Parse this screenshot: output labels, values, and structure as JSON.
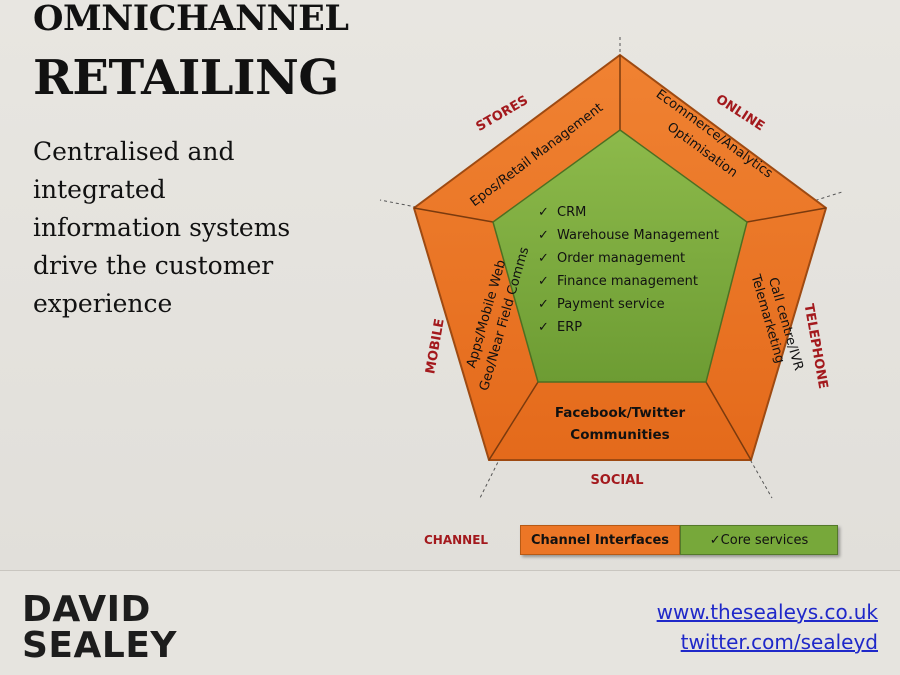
{
  "title": {
    "line1": "OMNICHANNEL",
    "line2": "RETAILING"
  },
  "subtitle_lines": [
    "Centralised and",
    "integrated",
    "information systems",
    "drive the customer",
    "experience"
  ],
  "diagram": {
    "channels": {
      "stores": "STORES",
      "online": "ONLINE",
      "telephone": "TELEPHONE",
      "social": "SOCIAL",
      "mobile": "MOBILE"
    },
    "interfaces": {
      "stores": [
        "Epos/Retail Management"
      ],
      "online": [
        "Ecommerce/Analytics",
        "Optimisation"
      ],
      "telephone": [
        "Call centre/IVR",
        "Telemarketing"
      ],
      "social": [
        "Facebook/Twitter",
        "Communities"
      ],
      "mobile": [
        "Apps/Mobile Web",
        "Geo/Near Field Comms"
      ]
    },
    "core_services": [
      "CRM",
      "Warehouse Management",
      "Order management",
      "Finance management",
      "Payment service",
      "ERP"
    ],
    "check_mark": "✓",
    "colors": {
      "interface_fill": "#ec7626",
      "core_fill": "#77a83a",
      "channel_text": "#a3191d"
    }
  },
  "legend": {
    "channel_label": "CHANNEL",
    "interfaces_label": "Channel Interfaces",
    "core_label": "✓Core services"
  },
  "footer": {
    "brand_line1": "DAVID",
    "brand_line2": "SEALEY",
    "website": "www.thesealeys.co.uk",
    "twitter": "twitter.com/sealeyd"
  }
}
